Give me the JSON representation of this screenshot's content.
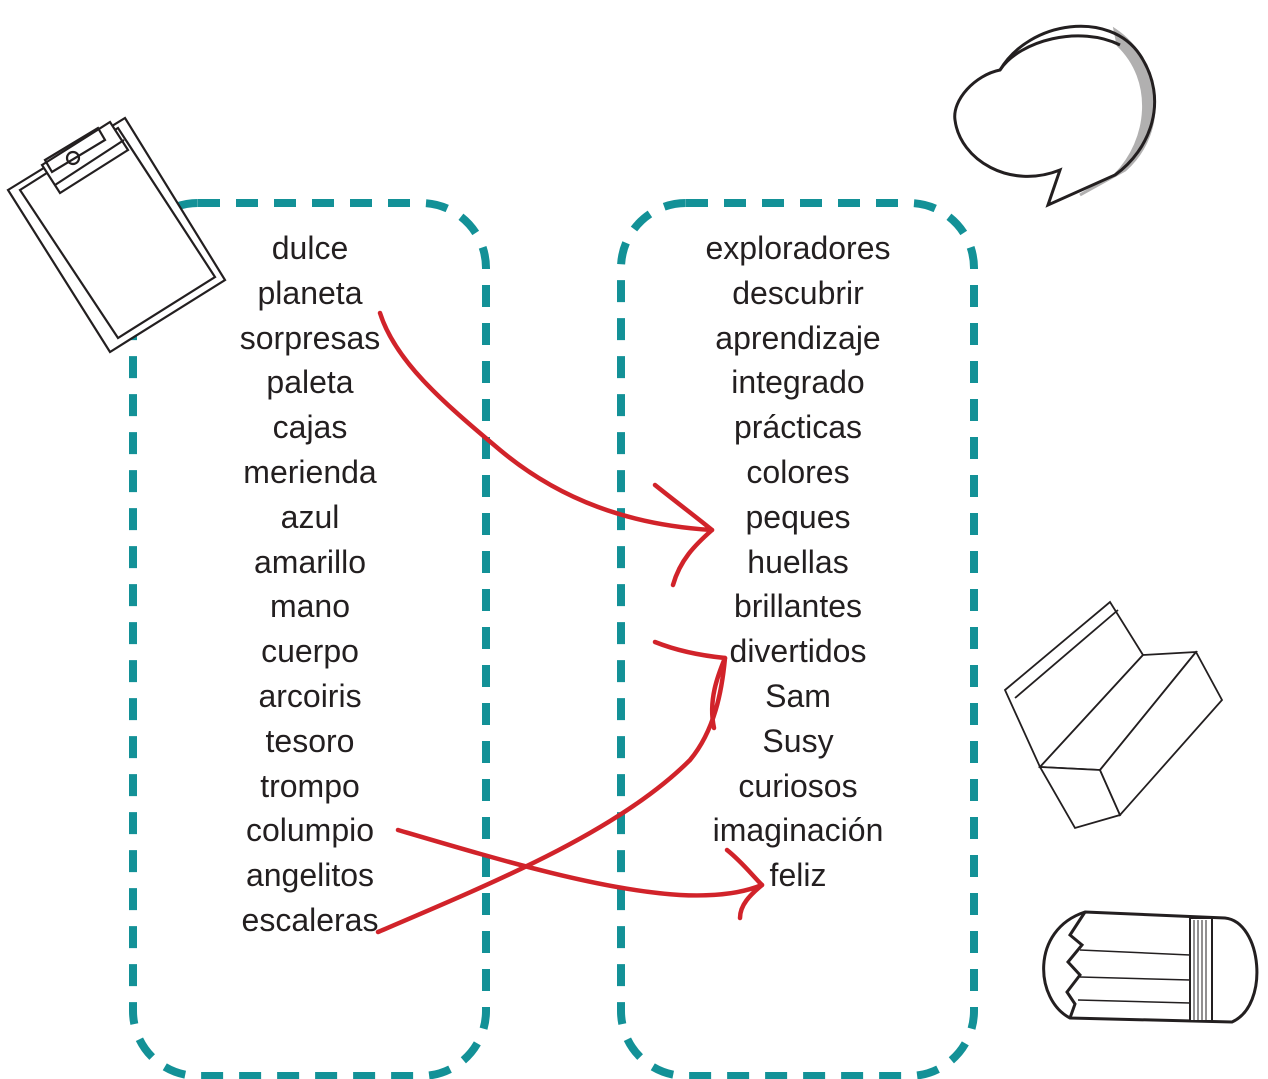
{
  "left_column": {
    "words": [
      "dulce",
      "planeta",
      "sorpresas",
      "paleta",
      "cajas",
      "merienda",
      "azul",
      "amarillo",
      "mano",
      "cuerpo",
      "arcoiris",
      "tesoro",
      "trompo",
      "columpio",
      "angelitos",
      "escaleras"
    ]
  },
  "right_column": {
    "words": [
      "exploradores",
      "descubrir",
      "aprendizaje",
      "integrado",
      "prácticas",
      "colores",
      "peques",
      "huellas",
      "brillantes",
      "divertidos",
      "Sam",
      "Susy",
      "curiosos",
      "imaginación",
      "feliz"
    ]
  },
  "connections": [
    {
      "from": "planeta",
      "to": "peques"
    },
    {
      "from": "escaleras",
      "to": "divertidos"
    },
    {
      "from": "columpio",
      "to": "feliz"
    }
  ],
  "colors": {
    "frame": "#139197",
    "arrow": "#d1232a",
    "ink": "#231f20"
  },
  "decorations": [
    "clipboard-icon",
    "speech-bubble-icon",
    "eraser-icon",
    "pencil-icon"
  ]
}
